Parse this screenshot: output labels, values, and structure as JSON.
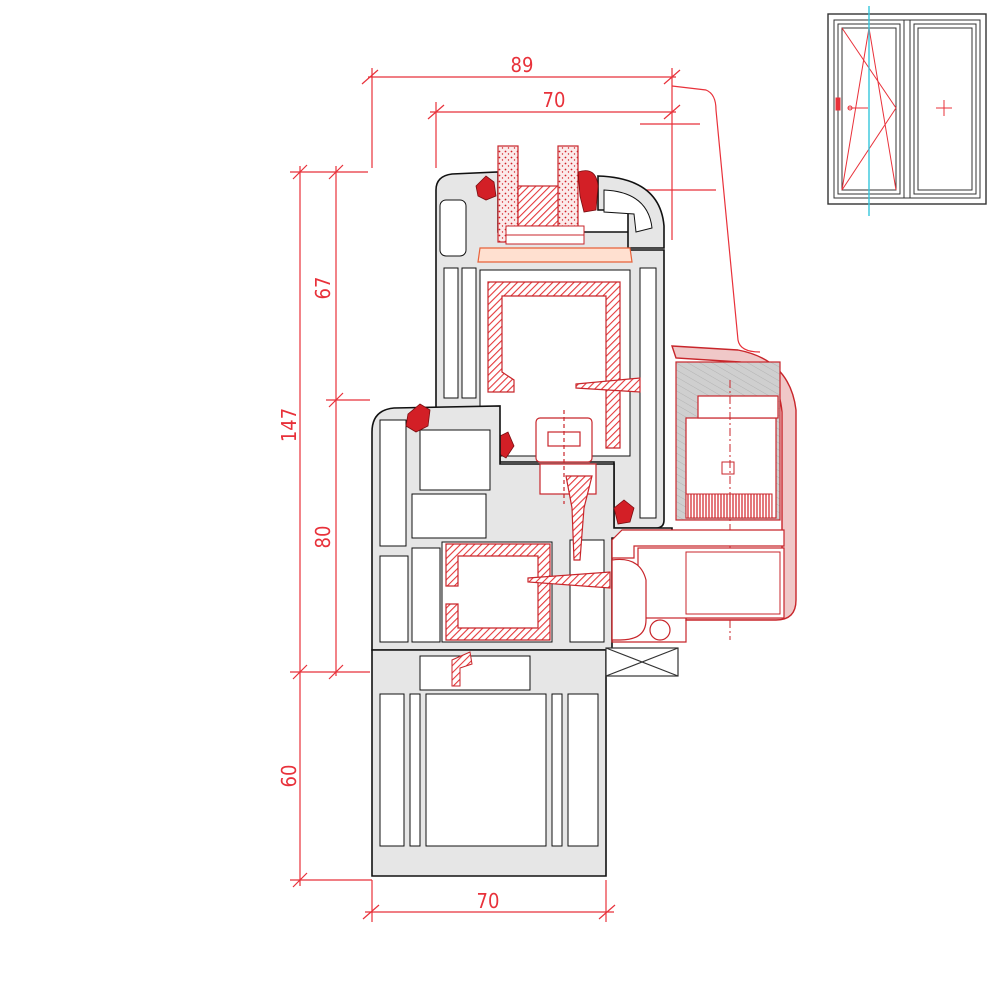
{
  "colors": {
    "dimension": "#e8313a",
    "profile_outline": "#111111",
    "profile_fill": "#e6e6e6",
    "seal": "#d31f26",
    "reinforcement_hatch": "#e5383b",
    "accent_axis": "#35c6dc"
  },
  "dimensions": {
    "overall_depth": "89",
    "sash_depth": "70",
    "frame_depth": "70",
    "total_height": "147",
    "sash_height": "67",
    "frame_height": "80",
    "extension_height": "60"
  },
  "thumbnail": {
    "description_icons": [
      "tilt-turn-sash-icon",
      "fixed-pane-icon"
    ]
  }
}
